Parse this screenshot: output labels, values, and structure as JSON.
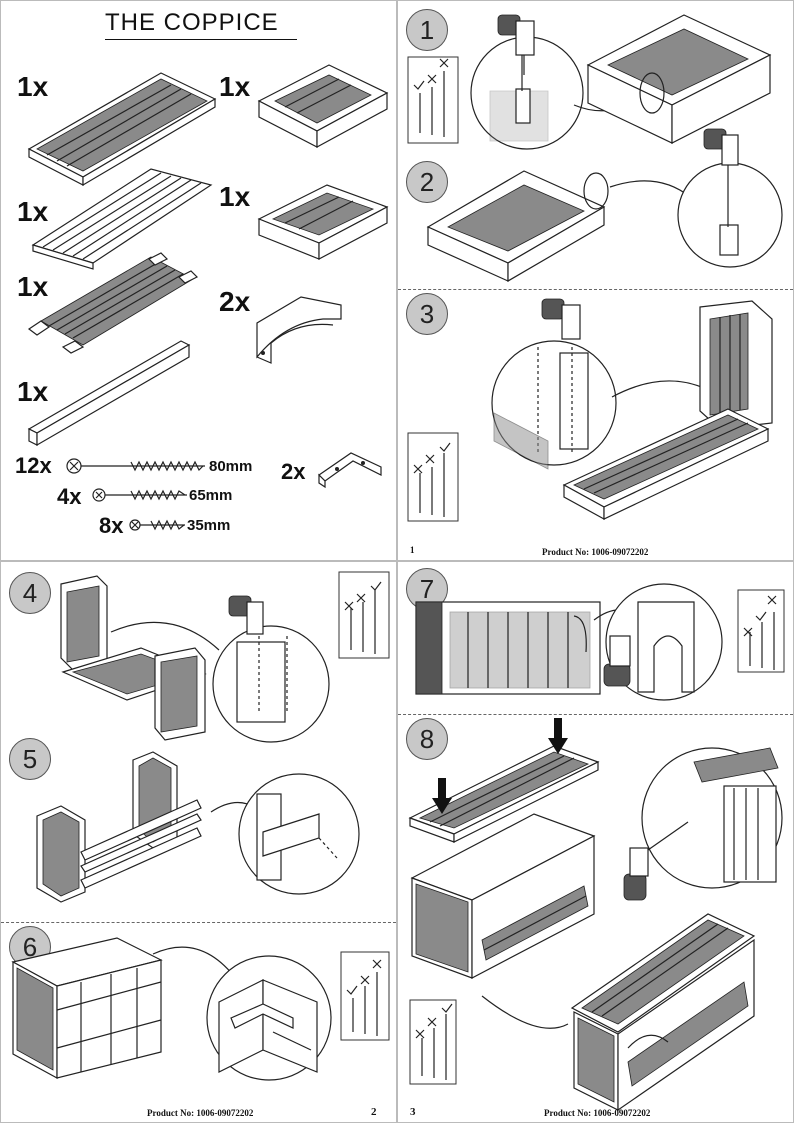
{
  "page1": {
    "title": "THE COPPICE",
    "quantities": [
      "1x",
      "1x",
      "1x",
      "1x",
      "1x",
      "2x",
      "1x"
    ],
    "screws": [
      {
        "qty": "12x",
        "size": "80mm"
      },
      {
        "qty": "4x",
        "size": "65mm"
      },
      {
        "qty": "8x",
        "size": "35mm"
      }
    ],
    "bracket_qty": "2x"
  },
  "steps": [
    "1",
    "2",
    "3",
    "4",
    "5",
    "6",
    "7",
    "8"
  ],
  "footer": {
    "product_no": "Product No: 1006-09072202",
    "page_1": "1",
    "page_2": "2",
    "page_3": "3"
  }
}
